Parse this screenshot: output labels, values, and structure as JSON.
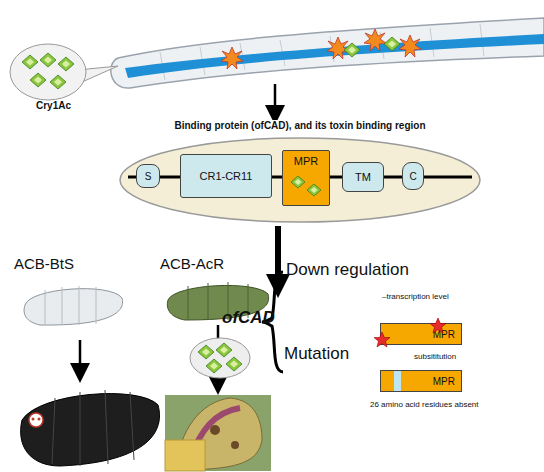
{
  "diagram": {
    "nodes": [
      {
        "text": [
          "Binding protein (ofCAD), and its toxin binding region"
        ]
      },
      {
        "text": [
          "S"
        ],
        "in": 0
      },
      {
        "text": [
          "CR1-CR11"
        ],
        "in": 0
      },
      {
        "text": [
          "MPR"
        ],
        "in": 0
      },
      {
        "text": [
          "TM"
        ],
        "in": 0
      },
      {
        "text": [
          "C"
        ],
        "in": 0
      },
      {
        "text": [
          "MPR"
        ]
      },
      {
        "text": [
          "MPR"
        ]
      }
    ],
    "labels": [
      "Cry1Ac",
      "ACB-BtS",
      "ACB-AcR",
      "ofCAD",
      "Down regulation",
      "–transcription level",
      "Mutation",
      "subsititution",
      "26 amino acid residues absent"
    ]
  }
}
